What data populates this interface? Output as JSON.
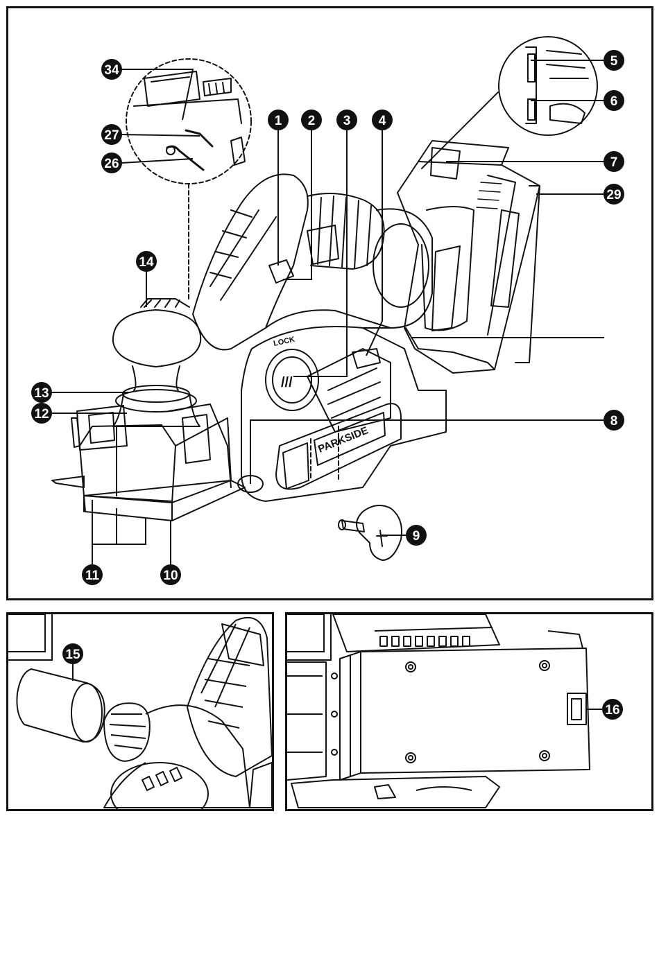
{
  "main_figure": {
    "callouts": {
      "c1": "1",
      "c2": "2",
      "c3": "3",
      "c4": "4",
      "c5": "5",
      "c6": "6",
      "c7": "7",
      "c8": "8",
      "c9": "9",
      "c10": "10",
      "c11": "11",
      "c12": "12",
      "c13": "13",
      "c14": "14",
      "c26": "26",
      "c27": "27",
      "c29": "29",
      "c34": "34"
    },
    "tool_text": {
      "lock": "LOCK",
      "brand": "PARKSIDE",
      "mode_icon": "///"
    }
  },
  "figure_a": {
    "callouts": {
      "c15": "15"
    }
  },
  "figure_b": {
    "callouts": {
      "c16": "16"
    }
  },
  "colors": {
    "line": "#111111",
    "background": "#ffffff",
    "callout_fill": "#111111",
    "callout_text": "#ffffff"
  }
}
